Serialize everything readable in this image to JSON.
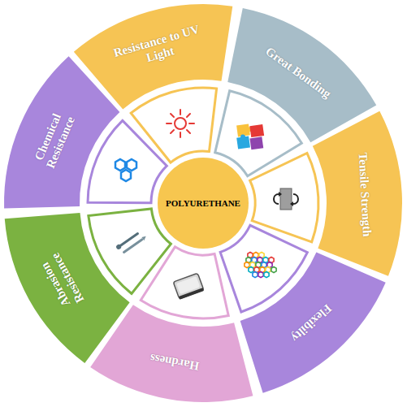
{
  "diagram": {
    "nodes": [
      {
        "text": [
          "POLYURETHANE"
        ]
      },
      {
        "text": [
          "Resistance to UV Light"
        ]
      },
      {
        "text": [
          "Great Bonding"
        ]
      },
      {
        "text": [
          "Tensile Strength"
        ]
      },
      {
        "text": [
          "Flexibilty"
        ]
      },
      {
        "text": [
          "Hardness"
        ]
      },
      {
        "text": [
          "Abrasion Resistance"
        ]
      },
      {
        "text": [
          "Chemical Resistance"
        ]
      }
    ],
    "edges": []
  }
}
